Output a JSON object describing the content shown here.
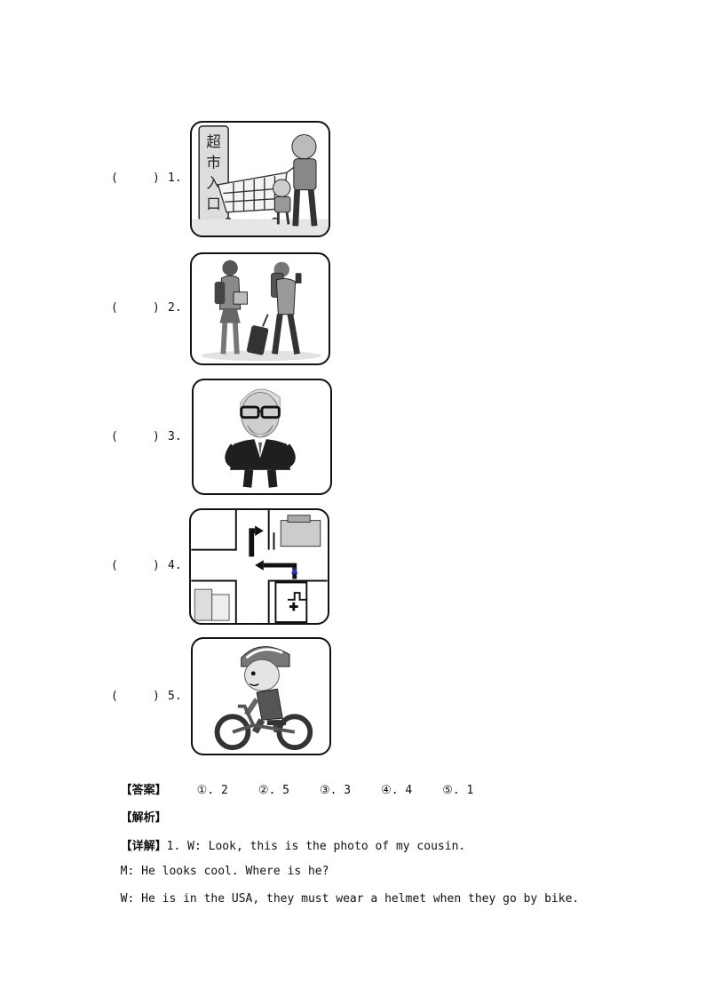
{
  "questions": [
    {
      "paren": "(     )",
      "num": "1.",
      "image": "supermarket-icon",
      "sign_text": "超市入口"
    },
    {
      "paren": "(     )",
      "num": "2.",
      "image": "travelers-icon"
    },
    {
      "paren": "(     )",
      "num": "3.",
      "image": "old-man-icon"
    },
    {
      "paren": "(     )",
      "num": "4.",
      "image": "map-icon"
    },
    {
      "paren": "(     )",
      "num": "5.",
      "image": "boy-bike-icon"
    }
  ],
  "answer": {
    "label": "【答案】",
    "items": [
      "①. 2",
      "②. 5",
      "③. 3",
      "④. 4",
      "⑤. 1"
    ]
  },
  "analysis": {
    "label": "【解析】"
  },
  "detail": {
    "label": "【详解】",
    "lines": [
      "1. W: Look, this is the photo of my cousin.",
      "M: He looks cool. Where is he?",
      "W: He is in the USA, they must wear a helmet when they go by bike."
    ]
  }
}
